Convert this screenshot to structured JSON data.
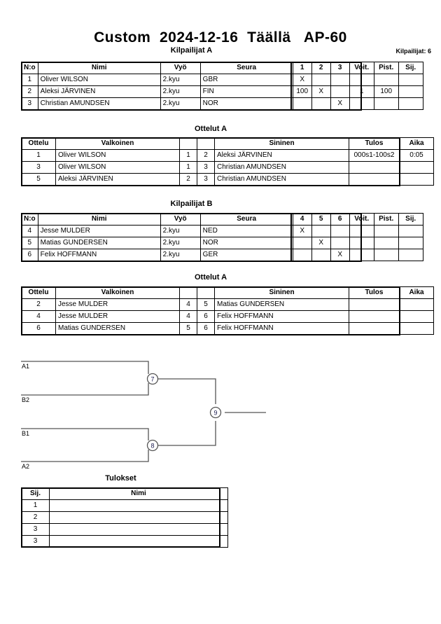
{
  "header": {
    "title": "Custom  2024-12-16  Täällä   AP-60",
    "entrants_label": "Kilpailijat: 6"
  },
  "pools": [
    {
      "heading": "Kilpailijat A",
      "columns": {
        "no": "N:o",
        "name": "Nimi",
        "belt": "Vyö",
        "club": "Seura",
        "vs": [
          "1",
          "2",
          "3"
        ],
        "wins": "Voit.",
        "points": "Pist.",
        "rank": "Sij."
      },
      "rows": [
        {
          "no": "1",
          "name": "Oliver WILSON",
          "belt": "2.kyu",
          "club": "GBR",
          "vs": [
            "X",
            "",
            ""
          ],
          "wins": "",
          "points": "",
          "rank": ""
        },
        {
          "no": "2",
          "name": "Aleksi JÄRVINEN",
          "belt": "2.kyu",
          "club": "FIN",
          "vs": [
            "100",
            "X",
            ""
          ],
          "wins": "1",
          "points": "100",
          "rank": ""
        },
        {
          "no": "3",
          "name": "Christian AMUNDSEN",
          "belt": "2.kyu",
          "club": "NOR",
          "vs": [
            "",
            "",
            "X"
          ],
          "wins": "",
          "points": "",
          "rank": ""
        }
      ]
    },
    {
      "heading": "Kilpailijat B",
      "columns": {
        "no": "N:o",
        "name": "Nimi",
        "belt": "Vyö",
        "club": "Seura",
        "vs": [
          "4",
          "5",
          "6"
        ],
        "wins": "Voit.",
        "points": "Pist.",
        "rank": "Sij."
      },
      "rows": [
        {
          "no": "4",
          "name": "Jesse MULDER",
          "belt": "2.kyu",
          "club": "NED",
          "vs": [
            "X",
            "",
            ""
          ],
          "wins": "",
          "points": "",
          "rank": ""
        },
        {
          "no": "5",
          "name": "Matias GUNDERSEN",
          "belt": "2.kyu",
          "club": "NOR",
          "vs": [
            "",
            "X",
            ""
          ],
          "wins": "",
          "points": "",
          "rank": ""
        },
        {
          "no": "6",
          "name": "Felix HOFFMANN",
          "belt": "2.kyu",
          "club": "GER",
          "vs": [
            "",
            "",
            "X"
          ],
          "wins": "",
          "points": "",
          "rank": ""
        }
      ]
    }
  ],
  "match_tables": [
    {
      "heading": "Ottelut A",
      "columns": {
        "match": "Ottelu",
        "white": "Valkoinen",
        "blue": "Sininen",
        "result": "Tulos",
        "time": "Aika"
      },
      "rows": [
        {
          "match": "1",
          "white": "Oliver WILSON",
          "white_no": "1",
          "blue_no": "2",
          "blue": "Aleksi JÄRVINEN",
          "blue_winner": true,
          "white_winner": false,
          "result": "000s1-100s2",
          "time": "0:05"
        },
        {
          "match": "3",
          "white": "Oliver WILSON",
          "white_no": "1",
          "blue_no": "3",
          "blue": "Christian AMUNDSEN",
          "blue_winner": false,
          "white_winner": false,
          "result": "",
          "time": ""
        },
        {
          "match": "5",
          "white": "Aleksi JÄRVINEN",
          "white_no": "2",
          "blue_no": "3",
          "blue": "Christian AMUNDSEN",
          "blue_winner": false,
          "white_winner": false,
          "result": "",
          "time": ""
        }
      ]
    },
    {
      "heading": "Ottelut A",
      "columns": {
        "match": "Ottelu",
        "white": "Valkoinen",
        "blue": "Sininen",
        "result": "Tulos",
        "time": "Aika"
      },
      "rows": [
        {
          "match": "2",
          "white": "Jesse MULDER",
          "white_no": "4",
          "blue_no": "5",
          "blue": "Matias GUNDERSEN",
          "blue_winner": false,
          "white_winner": false,
          "result": "",
          "time": ""
        },
        {
          "match": "4",
          "white": "Jesse MULDER",
          "white_no": "4",
          "blue_no": "6",
          "blue": "Felix HOFFMANN",
          "blue_winner": false,
          "white_winner": false,
          "result": "",
          "time": ""
        },
        {
          "match": "6",
          "white": "Matias GUNDERSEN",
          "white_no": "5",
          "blue_no": "6",
          "blue": "Felix HOFFMANN",
          "blue_winner": false,
          "white_winner": false,
          "result": "",
          "time": ""
        }
      ]
    }
  ],
  "bracket": {
    "seeds": [
      "A1",
      "B2",
      "B1",
      "A2"
    ],
    "matches": [
      "7",
      "8",
      "9"
    ]
  },
  "results": {
    "heading": "Tulokset",
    "columns": {
      "rank": "Sij.",
      "name": "Nimi"
    },
    "rows": [
      {
        "rank": "1",
        "name": ""
      },
      {
        "rank": "2",
        "name": ""
      },
      {
        "rank": "3",
        "name": ""
      },
      {
        "rank": "3",
        "name": ""
      }
    ]
  }
}
